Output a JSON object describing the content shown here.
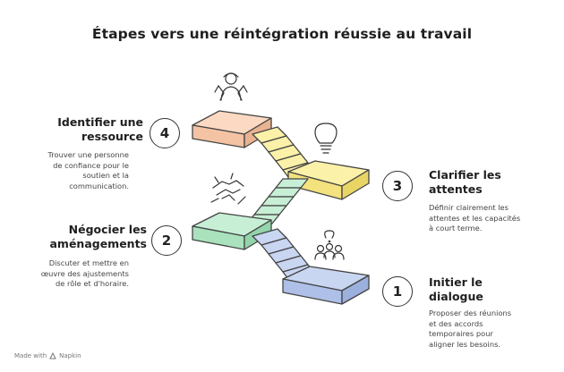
{
  "title": "Étapes vers une réintégration réussie au travail",
  "steps": [
    {
      "number": "1",
      "title_line1": "Initier le",
      "title_line2": "dialogue",
      "description": [
        "Proposer des réunions",
        "et des accords",
        "temporaires pour",
        "aligner les besoins."
      ],
      "color": "#c9d6f2",
      "icon": "conversation-icon"
    },
    {
      "number": "2",
      "title_line1": "Négocier les",
      "title_line2": "aménagements",
      "description": [
        "Discuter et mettre en",
        "œuvre des ajustements",
        "de rôle et d'horaire."
      ],
      "color": "#c7efd5",
      "icon": "handshake-icon"
    },
    {
      "number": "3",
      "title_line1": "Clarifier les",
      "title_line2": "attentes",
      "description": [
        "Définir clairement les",
        "attentes et les capacités",
        "à court terme."
      ],
      "color": "#fbf1a8",
      "icon": "lightbulb-icon"
    },
    {
      "number": "4",
      "title_line1": "Identifier une",
      "title_line2": "ressource",
      "description": [
        "Trouver une personne",
        "de confiance pour le",
        "soutien et la",
        "communication."
      ],
      "color": "#fbd9c2",
      "icon": "support-person-icon"
    }
  ],
  "footer": {
    "made_with": "Made with",
    "brand": "Napkin"
  }
}
